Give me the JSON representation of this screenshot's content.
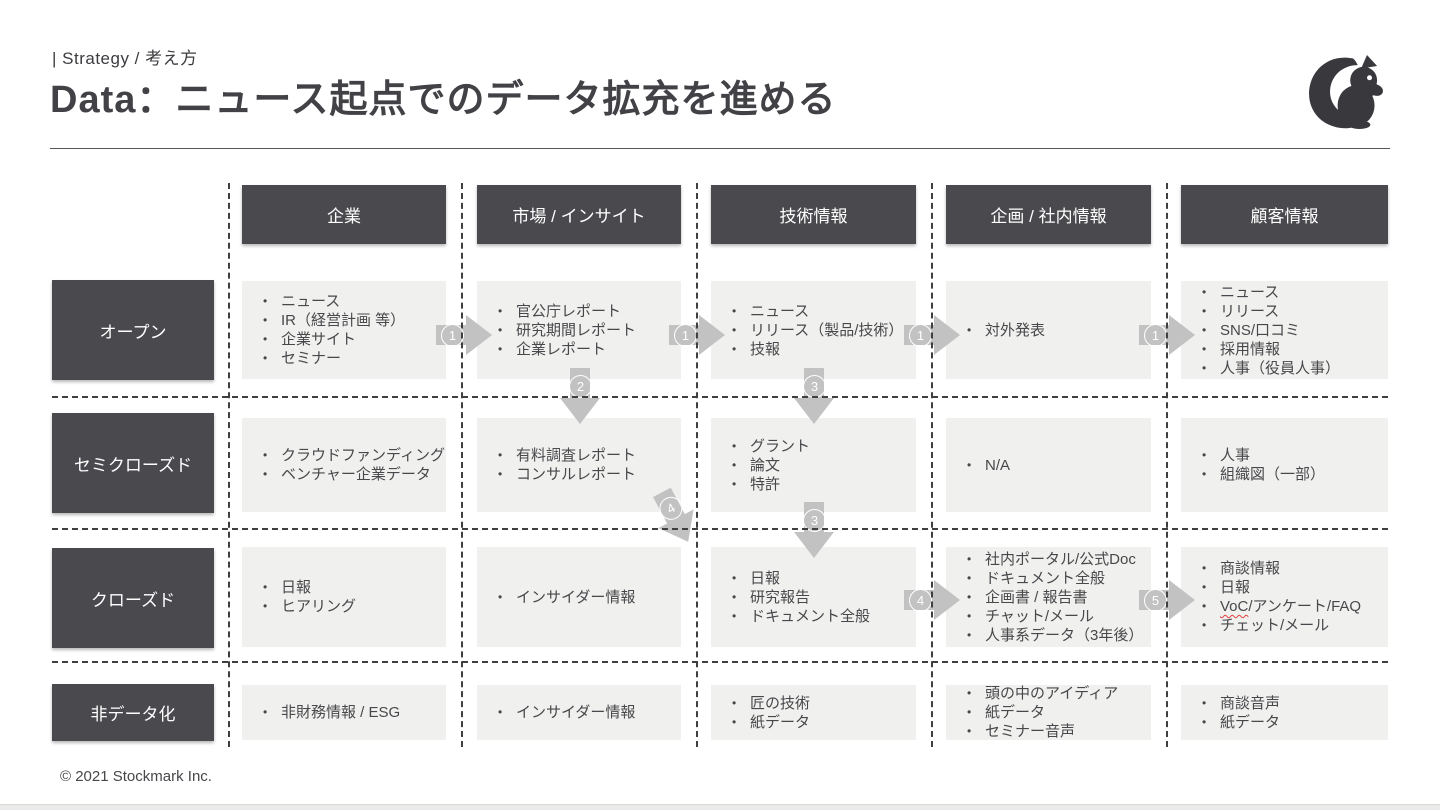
{
  "slide": {
    "eyebrow": "| Strategy / 考え方",
    "title": "Data：ニュース起点でのデータ拡充を進める",
    "footer": "© 2021 Stockmark Inc.",
    "logo": "stockmark-squirrel-logo"
  },
  "colors": {
    "header_box": "#4a4a4e",
    "cell_bg": "#f0f0ee",
    "arrow": "#c2c2c2",
    "text": "#48484c",
    "spellcheck_underline": "#e04040"
  },
  "spellcheck_flagged_text": "VoC",
  "matrix": {
    "column_headers": [
      "企業",
      "市場 / インサイト",
      "技術情報",
      "企画 / 社内情報",
      "顧客情報"
    ],
    "row_headers": [
      "オープン",
      "セミクローズド",
      "クローズド",
      "非データ化"
    ],
    "rows": [
      {
        "label": "オープン",
        "cells": [
          [
            "ニュース",
            "IR（経営計画 等）",
            "企業サイト",
            "セミナー"
          ],
          [
            "官公庁レポート",
            "研究期間レポート",
            "企業レポート"
          ],
          [
            "ニュース",
            "リリース（製品/技術）",
            "技報"
          ],
          [
            "対外発表"
          ],
          [
            "ニュース",
            "リリース",
            "SNS/口コミ",
            "採用情報",
            "人事（役員人事）"
          ]
        ]
      },
      {
        "label": "セミクローズド",
        "cells": [
          [
            "クラウドファンディング",
            "ベンチャー企業データ"
          ],
          [
            "有料調査レポート",
            "コンサルレポート"
          ],
          [
            "グラント",
            "論文",
            "特許"
          ],
          [
            "N/A"
          ],
          [
            "人事",
            "組織図（一部）"
          ]
        ]
      },
      {
        "label": "クローズド",
        "cells": [
          [
            "日報",
            "ヒアリング"
          ],
          [
            "インサイダー情報"
          ],
          [
            "日報",
            "研究報告",
            "ドキュメント全般"
          ],
          [
            "社内ポータル/公式Doc",
            "ドキュメント全般",
            "企画書 / 報告書",
            "チャット/メール",
            "人事系データ（3年後）"
          ],
          [
            "商談情報",
            "日報",
            "VoC/アンケート/FAQ",
            "チェット/メール"
          ]
        ]
      },
      {
        "label": "非データ化",
        "cells": [
          [
            "非財務情報 / ESG"
          ],
          [
            "インサイダー情報"
          ],
          [
            "匠の技術",
            "紙データ"
          ],
          [
            "頭の中のアイディア",
            "紙データ",
            "セミナー音声"
          ],
          [
            "商談音声",
            "紙データ"
          ]
        ]
      }
    ]
  },
  "arrows": {
    "a1": "1",
    "a2": "1",
    "a3": "1",
    "a4": "1",
    "a5": "2",
    "a6": "3",
    "a7": "3",
    "a8": "4",
    "a9": "4",
    "a10": "5"
  }
}
